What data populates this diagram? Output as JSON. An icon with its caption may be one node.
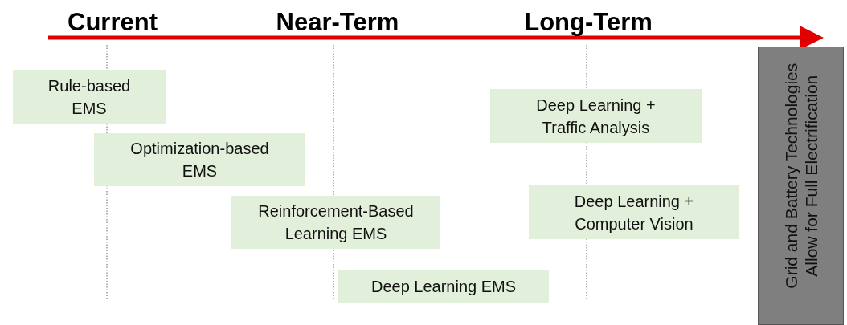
{
  "diagram": {
    "nodes": [
      {
        "text": [
          "Rule-based EMS"
        ]
      },
      {
        "text": [
          "Optimization-based EMS"
        ]
      },
      {
        "text": [
          "Reinforcement-Based Learning EMS"
        ]
      },
      {
        "text": [
          "Deep Learning EMS"
        ]
      },
      {
        "text": [
          "Deep Learning + Traffic Analysis"
        ]
      },
      {
        "text": [
          "Deep Learning + Computer Vision"
        ]
      },
      {
        "text": [
          "Grid and Battery Technologies Allow for Full Electrification"
        ]
      }
    ],
    "edges": [],
    "labels": [
      "Current",
      "Near-Term",
      "Long-Term"
    ]
  }
}
